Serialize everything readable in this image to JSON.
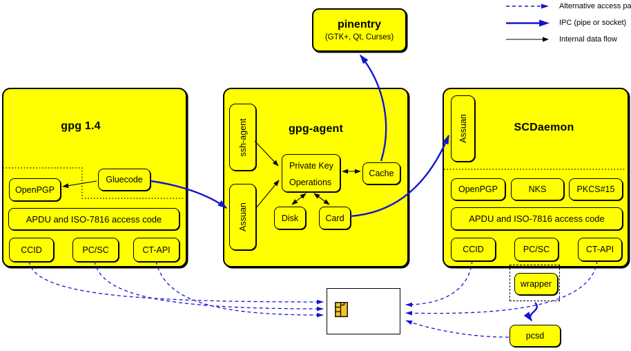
{
  "colors": {
    "node_fill": "#ffff00",
    "line_blue": "#1414d0",
    "line_black": "#000000",
    "card_fill": "#ffffff",
    "chip_fill": "#f0c428"
  },
  "legend": {
    "items": [
      {
        "style": "dashed-blue-arrow",
        "label": "Alternative access paths"
      },
      {
        "style": "thick-blue-arrow",
        "label": "IPC (pipe or socket)"
      },
      {
        "style": "thin-black-arrow",
        "label": "Internal data flow"
      }
    ]
  },
  "pinentry": {
    "title": "pinentry",
    "subtitle": "(GTK+, Qt, Curses)"
  },
  "gpg14": {
    "title": "gpg 1.4",
    "openpgp": "OpenPGP",
    "gluecode": "Gluecode",
    "apdu": "APDU and ISO-7816 access code",
    "ccid": "CCID",
    "pcsc": "PC/SC",
    "ctapi": "CT-API"
  },
  "gpg_agent": {
    "title": "gpg-agent",
    "ssh_agent": "ssh-agent",
    "assuan": "Assuan",
    "private_key_line1": "Private Key",
    "private_key_line2": "Operations",
    "cache": "Cache",
    "disk": "Disk",
    "card": "Card"
  },
  "scdaemon": {
    "title": "SCDaemon",
    "assuan": "Assuan",
    "openpgp": "OpenPGP",
    "nks": "NKS",
    "pkcs15": "PKCS#15",
    "apdu": "APDU and ISO-7816 access code",
    "ccid": "CCID",
    "pcsc": "PC/SC",
    "ctapi": "CT-API"
  },
  "peripherals": {
    "wrapper": "wrapper",
    "pcsd": "pcsd"
  },
  "icons": {
    "smartcard_chip": "smartcard-chip"
  }
}
